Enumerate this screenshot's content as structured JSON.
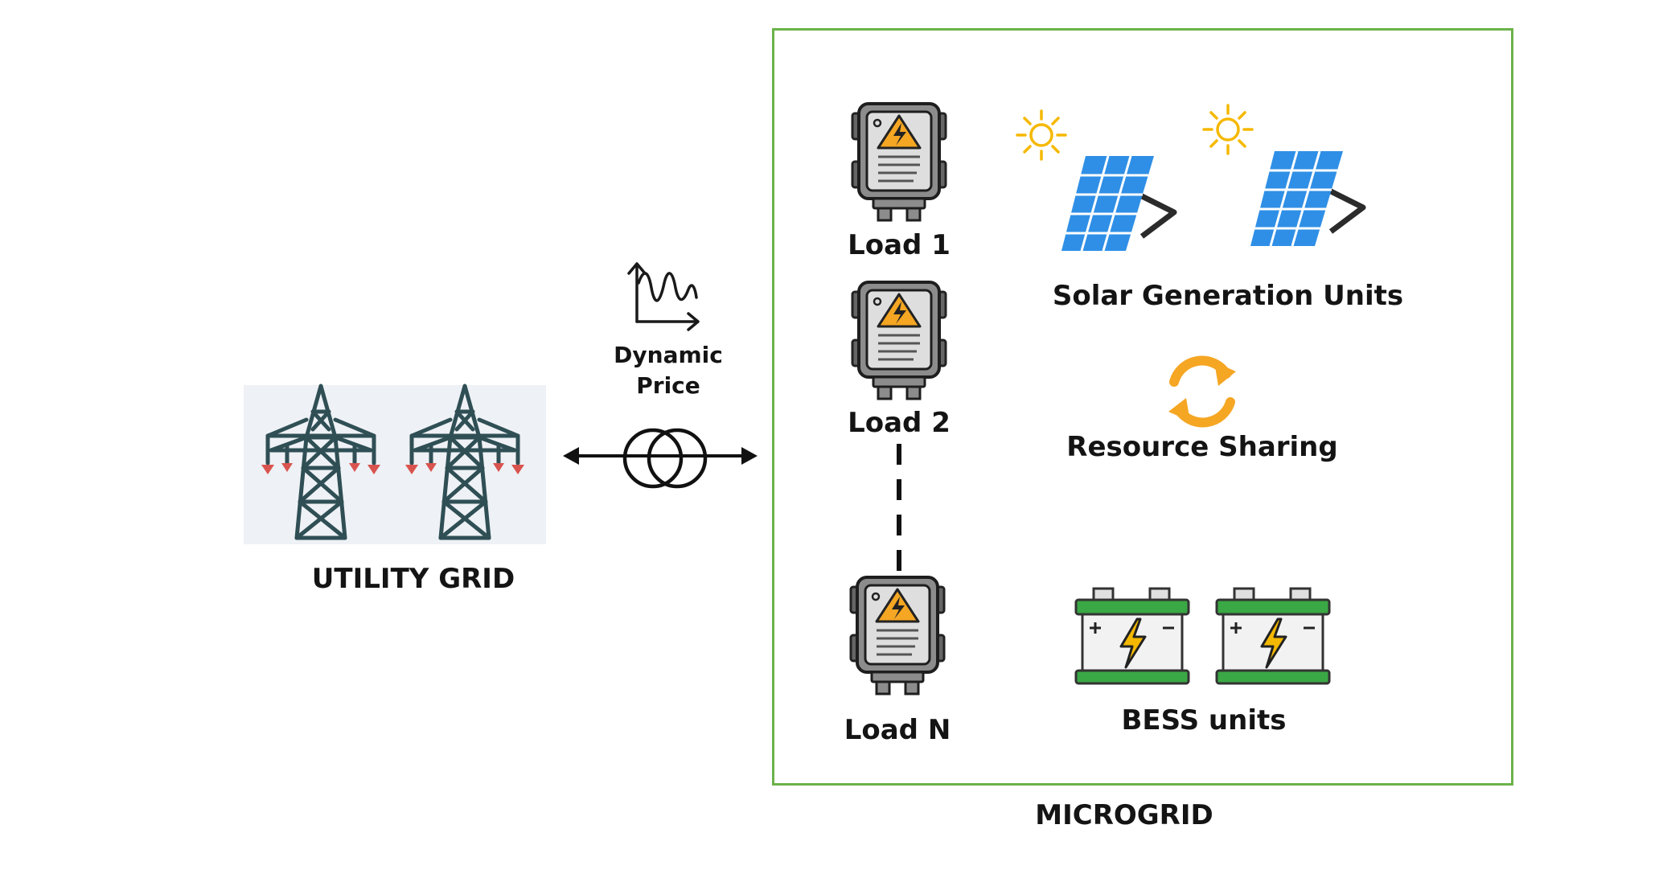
{
  "diagram": {
    "utility_grid_label": "UTILITY GRID",
    "dynamic_price_line1": "Dynamic",
    "dynamic_price_line2": "Price",
    "microgrid_label": "MICROGRID",
    "loads": [
      {
        "label": "Load 1"
      },
      {
        "label": "Load 2"
      },
      {
        "label": "Load N"
      }
    ],
    "solar_label": "Solar Generation Units",
    "resource_sharing_label": "Resource Sharing",
    "bess_label": "BESS units"
  },
  "icons": {
    "tower": "transmission-tower-icon",
    "transformer": "transformer-icon",
    "price": "price-curve-icon",
    "load": "electrical-panel-icon",
    "sun": "sun-icon",
    "solar": "solar-panel-icon",
    "sharing": "refresh-cycle-icon",
    "battery": "battery-icon"
  },
  "colors": {
    "microgrid_border": "#6bb24a",
    "tower": "#2f4f55",
    "tower_insulator": "#d9534f",
    "solar_panel": "#2f8fe6",
    "sun": "#f5b800",
    "sharing_arrows": "#f5a623",
    "battery_band": "#3aa845",
    "warning": "#f5a623"
  }
}
